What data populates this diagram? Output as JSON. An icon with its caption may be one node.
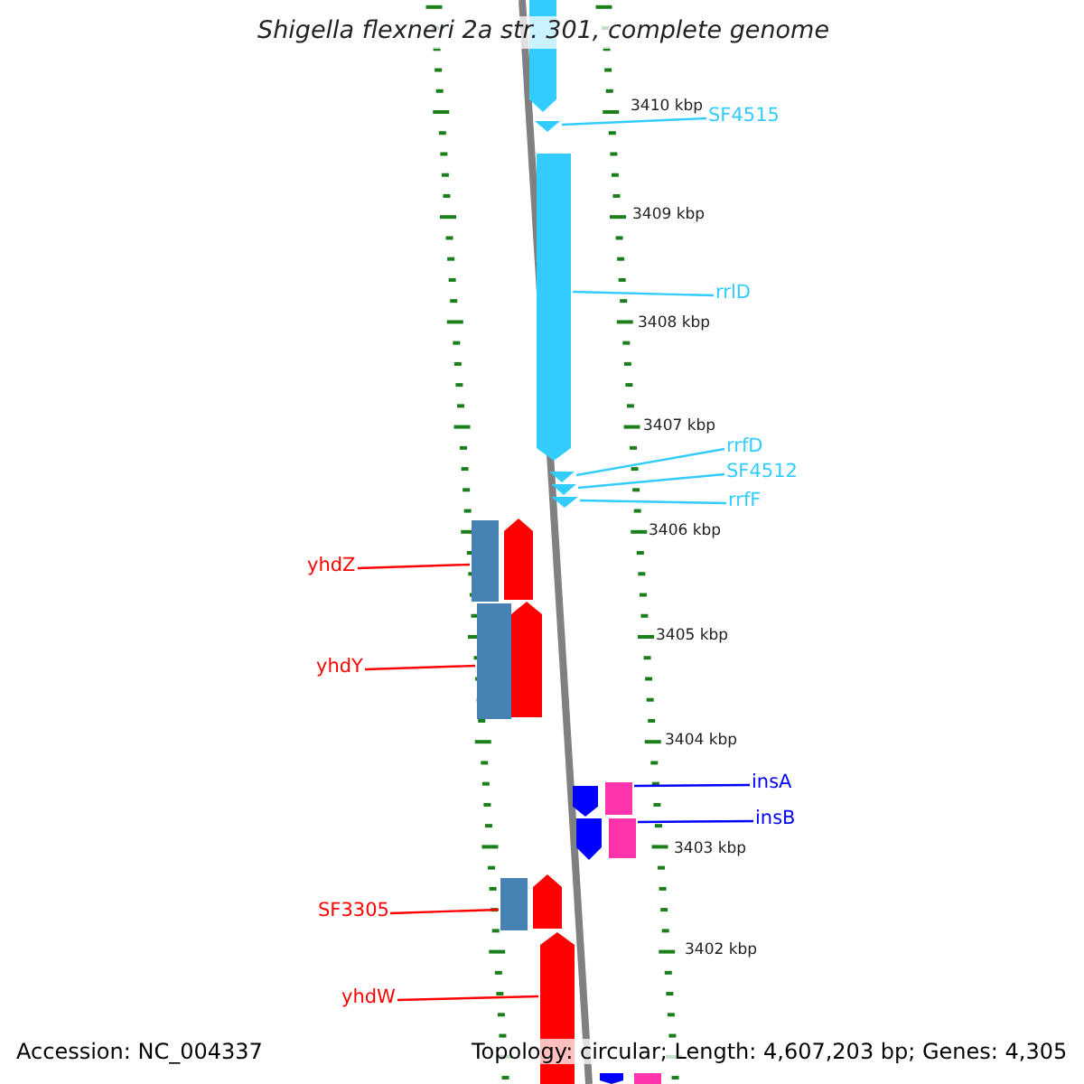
{
  "diagram": {
    "title": "Shigella flexneri 2a str. 301, complete genome",
    "nodes": [
      {
        "text": [
          "SF4515"
        ]
      },
      {
        "text": [
          "rrlD"
        ]
      },
      {
        "text": [
          "rrfD"
        ]
      },
      {
        "text": [
          "SF4512"
        ]
      },
      {
        "text": [
          "rrfF"
        ]
      },
      {
        "text": [
          "yhdZ"
        ]
      },
      {
        "text": [
          "yhdY"
        ]
      },
      {
        "text": [
          "insA"
        ]
      },
      {
        "text": [
          "insB"
        ]
      },
      {
        "text": [
          "SF3305"
        ]
      },
      {
        "text": [
          "yhdW"
        ]
      },
      {
        "text": [],
        "shape": "pentagon"
      },
      {
        "text": [],
        "shape": "triangle"
      },
      {
        "text": [],
        "shape": "pentagon"
      },
      {
        "text": [],
        "shape": "triangle"
      },
      {
        "text": [],
        "shape": "triangle"
      },
      {
        "text": [],
        "shape": "triangle"
      },
      {
        "text": [],
        "shape": "bar"
      },
      {
        "text": [],
        "shape": "pentagon"
      },
      {
        "text": [],
        "shape": "bar"
      },
      {
        "text": [],
        "shape": "pentagon"
      },
      {
        "text": [],
        "shape": "pentagon"
      },
      {
        "text": [],
        "shape": "bar"
      },
      {
        "text": [],
        "shape": "pentagon"
      },
      {
        "text": [],
        "shape": "bar"
      },
      {
        "text": [],
        "shape": "bar"
      },
      {
        "text": [],
        "shape": "pentagon"
      },
      {
        "text": [],
        "shape": "pentagon"
      },
      {
        "text": [],
        "shape": "pentagon"
      },
      {
        "text": [],
        "shape": "bar"
      }
    ],
    "edges": [
      {
        "from": 0,
        "to": 12,
        "arrow": "none"
      },
      {
        "from": 1,
        "to": 13,
        "arrow": "none"
      },
      {
        "from": 2,
        "to": 14,
        "arrow": "none"
      },
      {
        "from": 3,
        "to": 15,
        "arrow": "none"
      },
      {
        "from": 4,
        "to": 16,
        "arrow": "none"
      },
      {
        "from": 5,
        "to": 17,
        "arrow": "none",
        "color": "#ff0000"
      },
      {
        "from": 6,
        "to": 19,
        "arrow": "none",
        "color": "#ff0000"
      },
      {
        "from": 7,
        "to": 22,
        "arrow": "none",
        "color": "#0000ff"
      },
      {
        "from": 8,
        "to": 24,
        "arrow": "none",
        "color": "#0000ff"
      },
      {
        "from": 9,
        "to": 25,
        "arrow": "none",
        "color": "#ff0000"
      },
      {
        "from": 10,
        "to": 27,
        "arrow": "none",
        "color": "#ff0000"
      }
    ],
    "labels": [
      "3410 kbp",
      "3409 kbp",
      "3408 kbp",
      "3407 kbp",
      "3406 kbp",
      "3405 kbp",
      "3404 kbp",
      "3403 kbp",
      "3402 kbp",
      "Accession: NC_004337",
      "Topology: circular; Length: 4,607,203 bp; Genes: 4,305"
    ]
  }
}
